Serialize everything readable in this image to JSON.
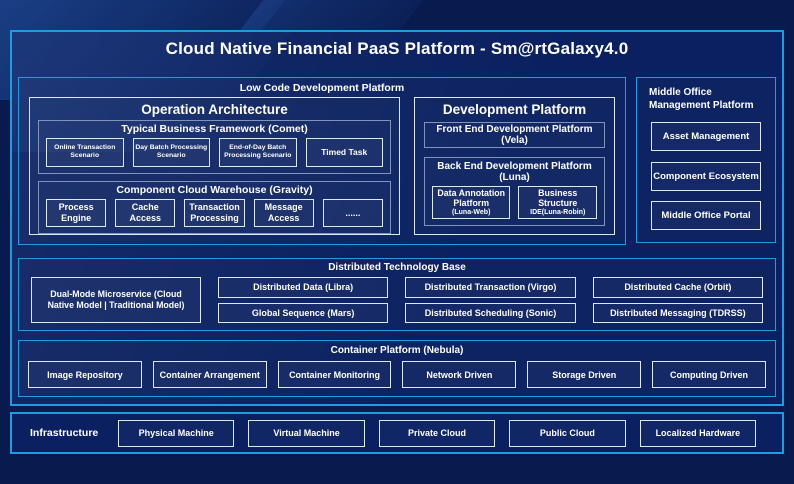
{
  "title": "Cloud Native Financial PaaS Platform - Sm@rtGalaxy4.0",
  "colors": {
    "background": "#081a4e",
    "panel": "#0a2060",
    "accent_cyan": "#1d9ce0",
    "border_light": "#dde8f5",
    "border_slate": "#8193b8",
    "text": "#ffffff"
  },
  "low_code": {
    "label": "Low Code Development Platform",
    "operation_architecture": {
      "title": "Operation Architecture",
      "typical_business": {
        "label": "Typical Business Framework (Comet)",
        "items": [
          "Online Transaction Scenario",
          "Day Batch Processing Scenario",
          "End-of-Day Batch Processing Scenario",
          "Timed Task"
        ]
      },
      "component_warehouse": {
        "label": "Component Cloud Warehouse (Gravity)",
        "items": [
          "Process Engine",
          "Cache Access",
          "Transaction Processing",
          "Message Access",
          "......"
        ]
      }
    },
    "development_platform": {
      "title": "Development Platform",
      "front_end_label": "Front End Development Platform (Vela)",
      "back_end": {
        "label": "Back End Development Platform (Luna)",
        "items": [
          {
            "title": "Data Annotation Platform",
            "subtitle": "(Luna-Web)"
          },
          {
            "title": "Business Structure",
            "subtitle": "IDE(Luna-Robin)"
          }
        ]
      }
    }
  },
  "middle_office": {
    "label": "Middle Office Management Platform",
    "items": [
      "Asset Management",
      "Component Ecosystem",
      "Middle Office Portal"
    ]
  },
  "distributed": {
    "label": "Distributed Technology Base",
    "dual_mode": "Dual-Mode Microservice (Cloud Native Model | Traditional Model)",
    "row1": [
      "Distributed Data (Libra)",
      "Distributed Transaction (Virgo)",
      "Distributed Cache (Orbit)"
    ],
    "row2": [
      "Global Sequence (Mars)",
      "Distributed Scheduling (Sonic)",
      "Distributed Messaging (TDRSS)"
    ]
  },
  "container_platform": {
    "label": "Container Platform (Nebula)",
    "items": [
      "Image Repository",
      "Container Arrangement",
      "Container Monitoring",
      "Network Driven",
      "Storage Driven",
      "Computing Driven"
    ]
  },
  "infrastructure": {
    "label": "Infrastructure",
    "items": [
      "Physical Machine",
      "Virtual Machine",
      "Private Cloud",
      "Public Cloud",
      "Localized Hardware"
    ]
  }
}
